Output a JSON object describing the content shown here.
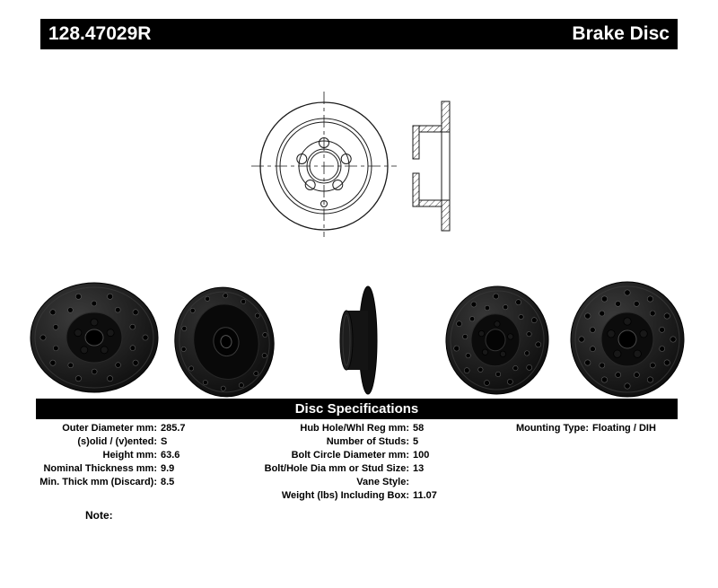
{
  "header": {
    "part_number": "128.47029R",
    "product_type": "Brake Disc"
  },
  "spec_section": {
    "title": "Disc Specifications"
  },
  "specs": {
    "left": [
      {
        "label": "Outer Diameter mm:",
        "value": "285.7"
      },
      {
        "label": "(s)olid / (v)ented:",
        "value": "S"
      },
      {
        "label": "Height mm:",
        "value": "63.6"
      },
      {
        "label": "Nominal Thickness mm:",
        "value": "9.9"
      },
      {
        "label": "Min. Thick mm (Discard):",
        "value": "8.5"
      }
    ],
    "middle": [
      {
        "label": "Hub Hole/Whl Reg mm:",
        "value": "58"
      },
      {
        "label": "Number of Studs:",
        "value": "5"
      },
      {
        "label": "Bolt Circle Diameter mm:",
        "value": "100"
      },
      {
        "label": "Bolt/Hole Dia mm or Stud Size:",
        "value": "13"
      },
      {
        "label": "Vane Style:",
        "value": ""
      },
      {
        "label": "Weight (lbs) Including Box:",
        "value": "11.07"
      }
    ],
    "right": [
      {
        "label": "Mounting Type:",
        "value": "Floating / DIH"
      }
    ]
  },
  "note_label": "Note:",
  "colors": {
    "bar_background": "#000000",
    "bar_text": "#ffffff",
    "page_background": "#ffffff"
  }
}
